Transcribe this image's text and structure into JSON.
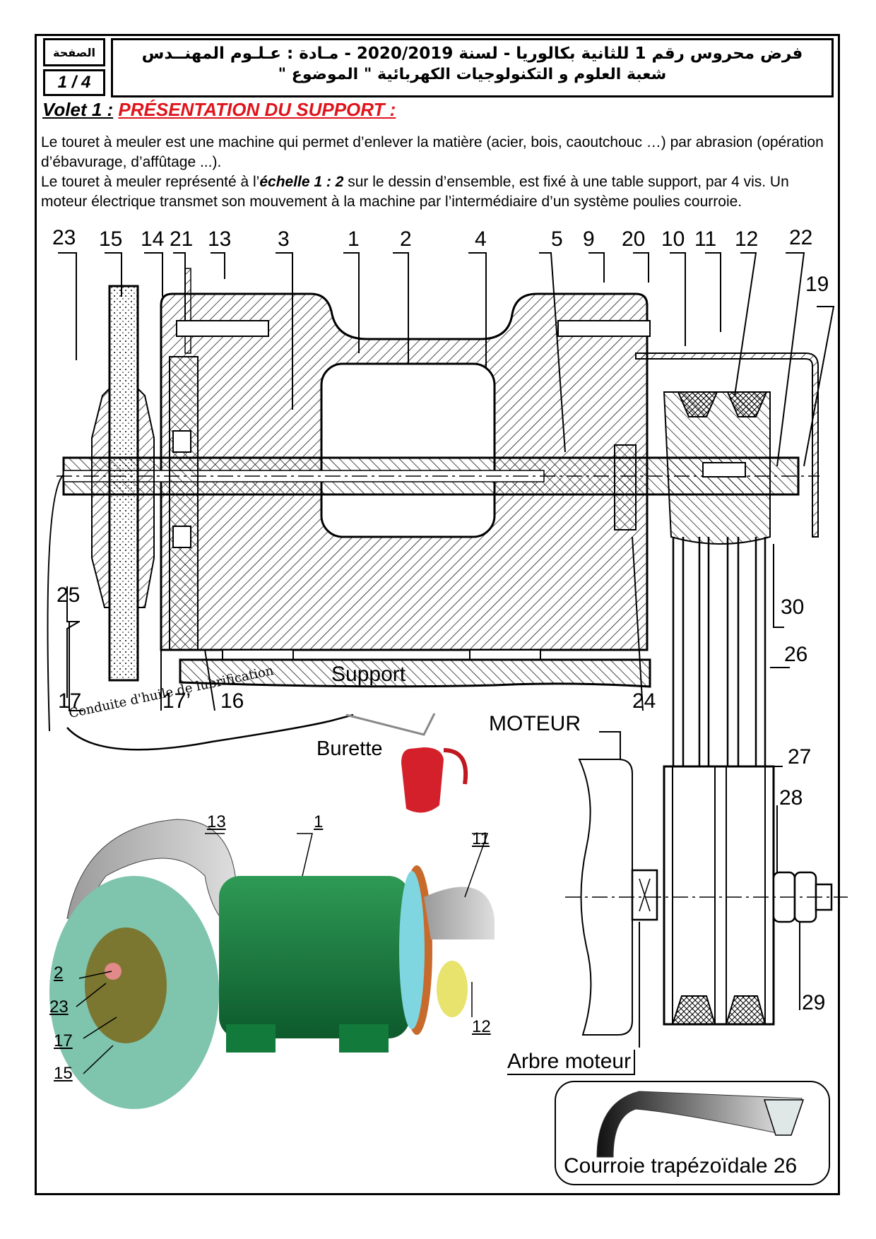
{
  "header": {
    "page_label": "الصفحة",
    "page_number": "1 / 4",
    "title_line1": "فرض محروس رقم 1 للثانية بكالوريا - لسنة 2020/2019 - مـادة : عـلـوم المهنــدس",
    "title_line2": "شعبة العلوم و التكنولوجيات الكهربائية  \" الموضوع \""
  },
  "section": {
    "prefix": "Volet 1 :",
    "title": "PRÉSENTATION DU SUPPORT :",
    "title_color": "#e0141b"
  },
  "intro": {
    "p1": " Le touret à meuler est une machine qui permet d’enlever la matière (acier, bois, caoutchouc …) par abrasion (opération d’ébavurage, d’affûtage ...).",
    "p2_before": " Le touret à meuler représenté à l’",
    "p2_emph": "échelle 1 : 2",
    "p2_after": " sur le dessin d’ensemble, est fixé à une table support, par 4 vis. Un moteur électrique transmet son mouvement à la machine par l’intermédiaire d’un système poulies courroie."
  },
  "drawing": {
    "top_callouts": [
      "23",
      "15",
      "14",
      "21",
      "13",
      "3",
      "1",
      "2",
      "4",
      "5",
      "9",
      "20",
      "10",
      "11",
      "12",
      "22"
    ],
    "side_callouts": {
      "c19": "19",
      "c25": "25",
      "c30": "30",
      "c26": "26",
      "c17": "17",
      "c17p": "17’",
      "c16": "16",
      "c24": "24",
      "c27": "27",
      "c28": "28",
      "c29": "29"
    },
    "support_label": "Support",
    "motor_label": "MOTEUR",
    "motor_shaft_label": "Arbre moteur",
    "oil_can_label": "Burette",
    "oil_conduit_label": "Conduite d'huile de lubrification"
  },
  "view3d": {
    "callouts": {
      "c13": "13",
      "c1": "1",
      "c11": "11",
      "c2": "2",
      "c23": "23",
      "c17": "17",
      "c12": "12",
      "c15": "15"
    }
  },
  "belt": {
    "label": "Courroie trapézoïdale 26"
  }
}
